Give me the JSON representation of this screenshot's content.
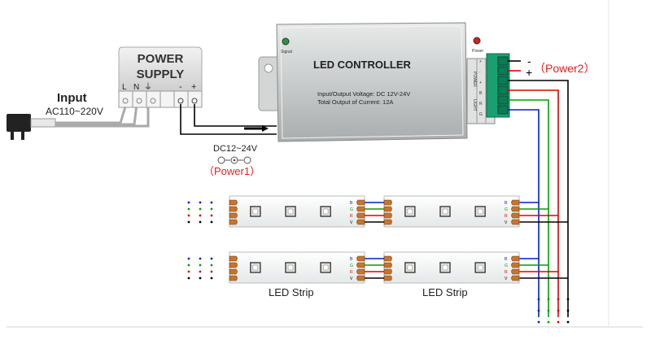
{
  "power_supply": {
    "title_line1": "POWER",
    "title_line2": "SUPPLY",
    "terminal_L": "L",
    "terminal_N": "N",
    "terminal_ground": "⏚",
    "terminal_minus": "-",
    "terminal_plus": "+"
  },
  "input": {
    "title": "Input",
    "voltage": "AC110~220V"
  },
  "controller": {
    "title": "LED CONTROLLER",
    "spec_voltage": "Input/Output Voltage: DC 12V-24V",
    "spec_current": "Total Output of Current: 12A",
    "signal_label": "Signal",
    "power_label": "Power",
    "terminal_block_top": "POWER",
    "terminal_block_bottom": "LIGHT",
    "terminal_labels": [
      "+",
      "-",
      "+",
      "B",
      "R",
      "G"
    ]
  },
  "power1": {
    "voltage": "DC12~24V",
    "label": "（Power1）"
  },
  "power2": {
    "minus": "-",
    "plus": "+",
    "label": "（Power2）"
  },
  "strips": {
    "label_left": "LED Strip",
    "label_right": "LED Strip",
    "pad_labels": [
      "B",
      "G",
      "R",
      "V"
    ]
  },
  "colors": {
    "wire_black": "#000000",
    "wire_red": "#e00000",
    "wire_green": "#00a000",
    "wire_blue": "#0020d0",
    "label_red": "#e02020",
    "strip_fill": "#f4f6f6"
  }
}
